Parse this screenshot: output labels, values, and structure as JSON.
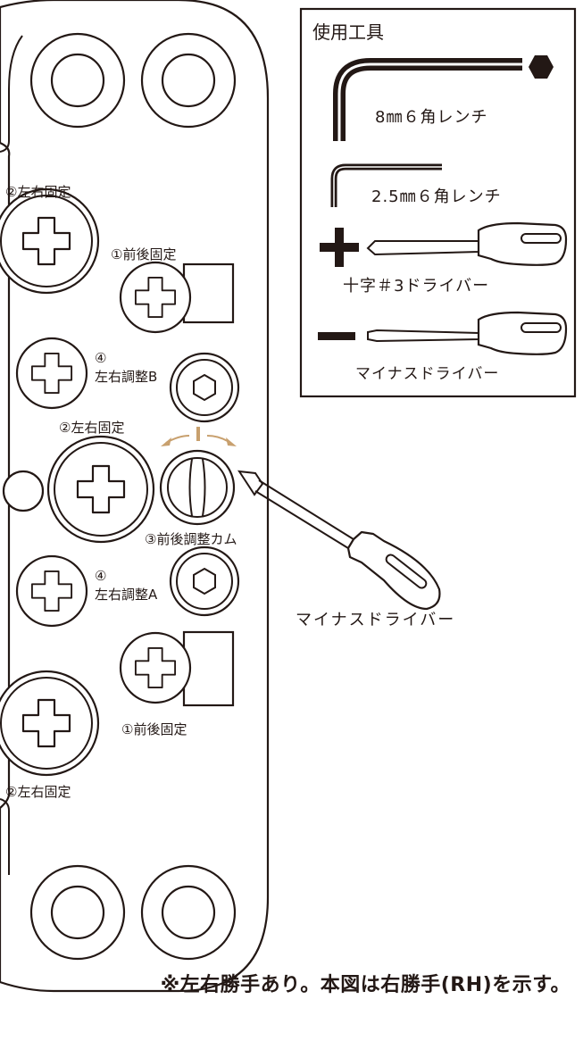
{
  "tools_box": {
    "title": "使用工具",
    "items": [
      {
        "label": "8㎜６角レンチ",
        "icon": "large-hex-key-icon"
      },
      {
        "label": "2.5㎜６角レンチ",
        "icon": "small-hex-key-icon"
      },
      {
        "label": "十字＃3ドライバー",
        "icon": "phillips-screwdriver-icon"
      },
      {
        "label": "マイナスドライバー",
        "icon": "flathead-screwdriver-icon"
      }
    ]
  },
  "labels": {
    "lr_fixed": "②左右固定",
    "fb_fixed": "①前後固定",
    "adj_b_num": "④",
    "adj_b": "左右調整B",
    "adj_a_num": "④",
    "adj_a": "左右調整A",
    "fb_cam": "③前後調整カム",
    "driver": "マイナスドライバー"
  },
  "footnote": "※左右勝手あり。本図は右勝手(RH)を示す。",
  "colors": {
    "line": "#231815",
    "arrow": "#c8a06e"
  }
}
